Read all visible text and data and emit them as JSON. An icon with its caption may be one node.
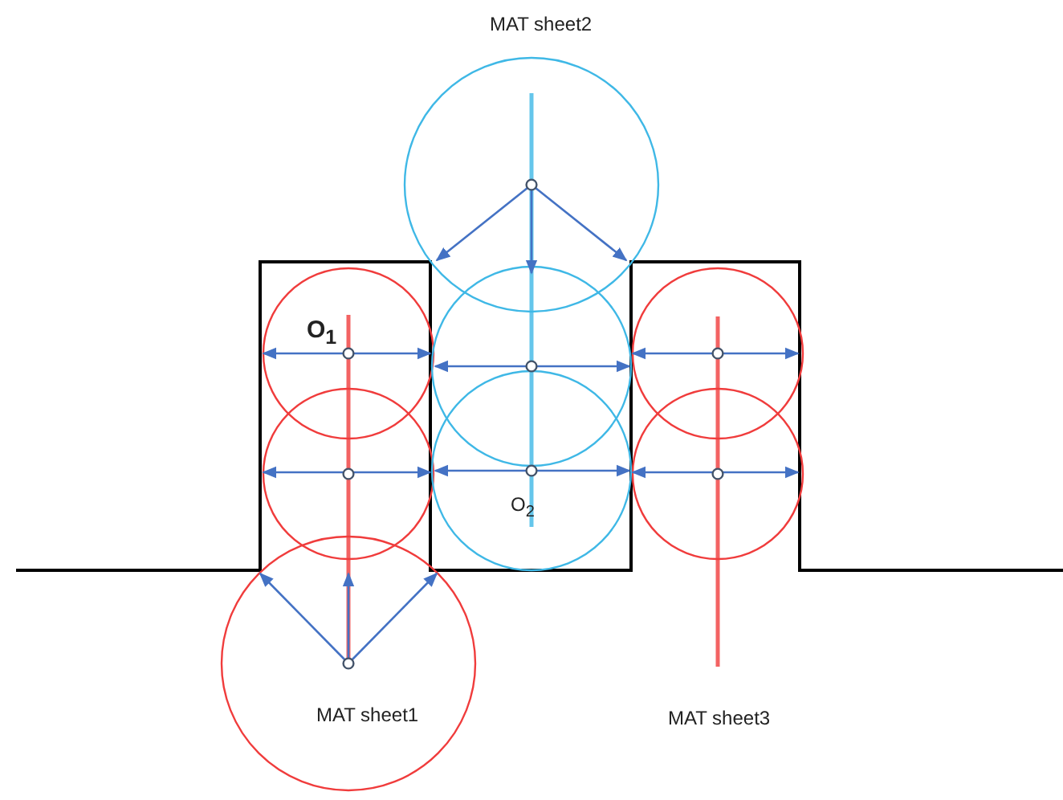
{
  "diagram": {
    "labels": [
      "MAT sheet2",
      "O$_{1}$",
      "O$_{2}$",
      "MAT sheet1",
      "MAT sheet3"
    ]
  }
}
